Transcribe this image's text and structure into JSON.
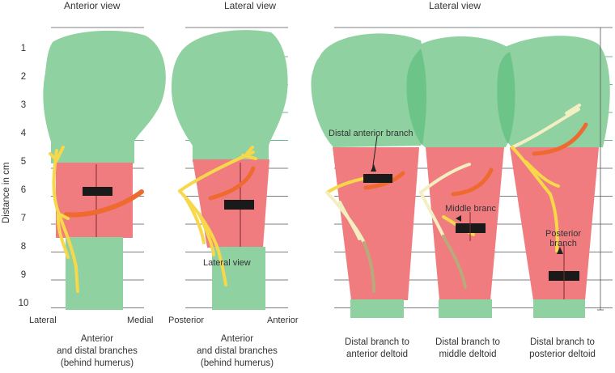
{
  "panel_titles": {
    "anterior": "Anterior view",
    "lateral_1": "Lateral view",
    "lateral_2": "Lateral view"
  },
  "y_axis": {
    "label": "Distance in cm",
    "ticks": [
      "1",
      "2",
      "3",
      "4",
      "5",
      "6",
      "7",
      "8",
      "9",
      "10"
    ]
  },
  "side_labels": {
    "lateral": "Lateral",
    "medial": "Medial",
    "posterior": "Posterior",
    "anterior": "Anterior"
  },
  "annotations": {
    "lateral_view_inner": "Lateral view",
    "distal_anterior_branch": "Distal anterior branch",
    "middle_branch": "Middle branc",
    "posterior_branch_line1": "Posterior",
    "posterior_branch_line2": "branch"
  },
  "captions": {
    "panel1": [
      "Anterior",
      "and distal branches",
      "(behind humerus)"
    ],
    "panel2": [
      "Anterior",
      "and distal branches",
      "(behind humerus)"
    ],
    "panel3": [
      "Distal branch to",
      "anterior deltoid"
    ],
    "panel4": [
      "Distal branch to",
      "middle deltoid"
    ],
    "panel5": [
      "Distal branch to",
      "posterior deltoid"
    ]
  },
  "colors": {
    "bone_green": "#8fd1a0",
    "bone_green_dark": "#6cc488",
    "deltoid_red": "#f07c80",
    "nerve_yellow": "#f6d84a",
    "nerve_pale": "#f3efc2",
    "nerve_orange": "#ef6a2f",
    "nerve_khaki": "#b9a97c",
    "marker_black": "#1a1a1a"
  }
}
